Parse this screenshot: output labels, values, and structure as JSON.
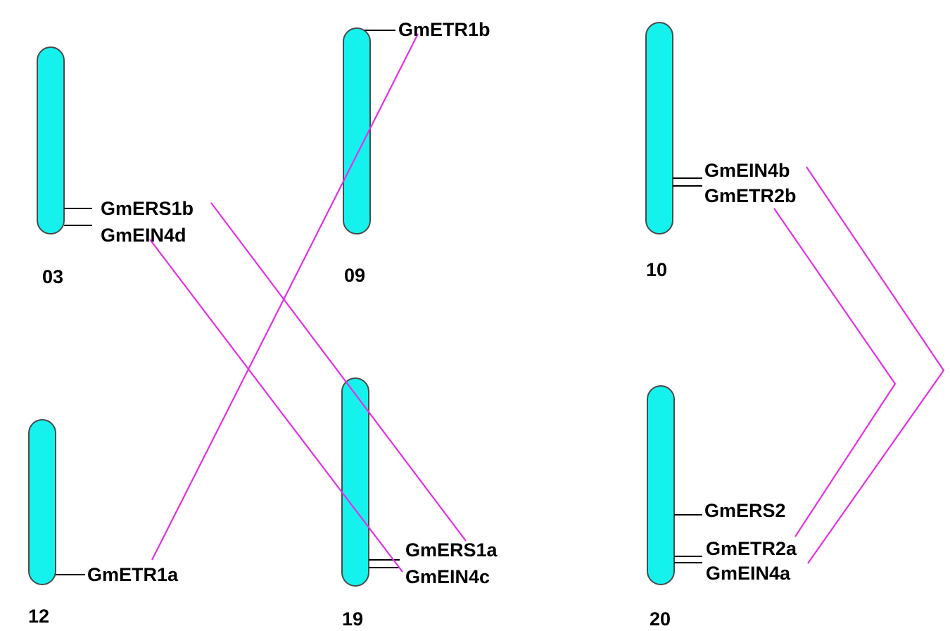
{
  "colors": {
    "chromosome_fill": "#15f2ee",
    "chromosome_stroke": "#4a4a4a",
    "duplication_link": "#e62ee6",
    "label": "#000000"
  },
  "chromosomes": [
    {
      "id": "c03",
      "label": "03"
    },
    {
      "id": "c09",
      "label": "09"
    },
    {
      "id": "c10",
      "label": "10"
    },
    {
      "id": "c12",
      "label": "12"
    },
    {
      "id": "c19",
      "label": "19"
    },
    {
      "id": "c20",
      "label": "20"
    }
  ],
  "genes": [
    {
      "id": "GmERS1b",
      "label": "GmERS1b",
      "chromosome": "03"
    },
    {
      "id": "GmEIN4d",
      "label": "GmEIN4d",
      "chromosome": "03"
    },
    {
      "id": "GmETR1b",
      "label": "GmETR1b",
      "chromosome": "09"
    },
    {
      "id": "GmEIN4b",
      "label": "GmEIN4b",
      "chromosome": "10"
    },
    {
      "id": "GmETR2b",
      "label": "GmETR2b",
      "chromosome": "10"
    },
    {
      "id": "GmETR1a",
      "label": "GmETR1a",
      "chromosome": "12"
    },
    {
      "id": "GmERS1a",
      "label": "GmERS1a",
      "chromosome": "19"
    },
    {
      "id": "GmEIN4c",
      "label": "GmEIN4c",
      "chromosome": "19"
    },
    {
      "id": "GmERS2",
      "label": "GmERS2",
      "chromosome": "20"
    },
    {
      "id": "GmETR2a",
      "label": "GmETR2a",
      "chromosome": "20"
    },
    {
      "id": "GmEIN4a",
      "label": "GmEIN4a",
      "chromosome": "20"
    }
  ],
  "duplication_pairs": [
    {
      "from": "GmERS1b",
      "to": "GmERS1a"
    },
    {
      "from": "GmEIN4d",
      "to": "GmEIN4c"
    },
    {
      "from": "GmETR1b",
      "to": "GmETR1a"
    },
    {
      "from": "GmEIN4b",
      "to": "GmEIN4a"
    },
    {
      "from": "GmETR2b",
      "to": "GmETR2a"
    }
  ]
}
